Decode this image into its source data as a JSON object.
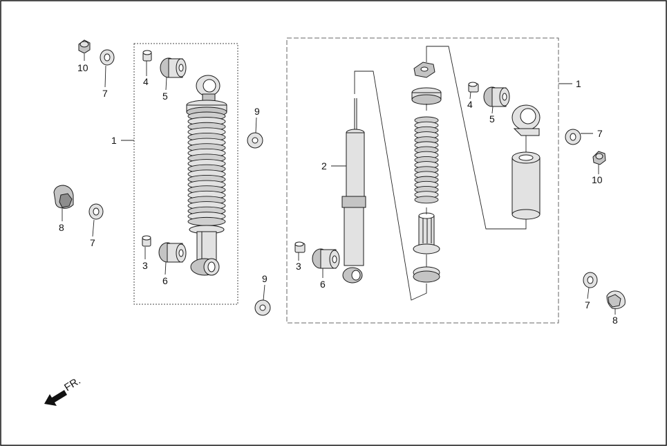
{
  "labels": {
    "c1_left": "1",
    "c1_right": "1",
    "c2": "2",
    "c3_left": "3",
    "c3_right": "3",
    "c4_left": "4",
    "c4_right": "4",
    "c5_left": "5",
    "c5_right": "5",
    "c6_left": "6",
    "c6_right": "6",
    "c7_left_top": "7",
    "c7_left_mid": "7",
    "c7_right_top": "7",
    "c7_right_bottom": "7",
    "c8_left": "8",
    "c8_right": "8",
    "c9_top": "9",
    "c9_bottom": "9",
    "c10_left": "10",
    "c10_right": "10"
  },
  "direction": {
    "label": "FR.",
    "icon": "front-arrow-icon"
  },
  "colors": {
    "line": "#1a1a1a",
    "fill_light": "#e2e2e2",
    "fill_mid": "#c4c4c4",
    "fill_dark": "#8d8d8d"
  }
}
